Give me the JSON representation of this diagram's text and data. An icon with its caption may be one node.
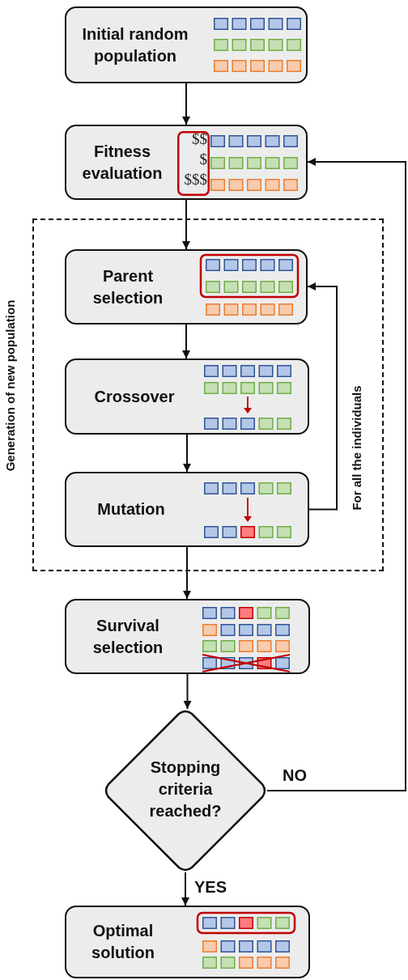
{
  "diagram": {
    "nodes": [
      {
        "text": [
          "Initial random population"
        ]
      },
      {
        "text": [
          "Fitness evaluation"
        ]
      },
      {
        "text": [
          "Generation of new population"
        ]
      },
      {
        "text": [
          "Parent selection"
        ],
        "in": 2
      },
      {
        "text": [
          "Crossover"
        ],
        "in": 2
      },
      {
        "text": [
          "Mutation"
        ],
        "in": 2
      },
      {
        "text": [
          "Survival selection"
        ]
      },
      {
        "text": [
          "Stopping criteria reached?"
        ]
      },
      {
        "text": [
          "Optimal solution"
        ]
      }
    ],
    "edges": [
      {
        "from": 0,
        "to": 1,
        "arrow": "to"
      },
      {
        "from": 1,
        "to": 3,
        "arrow": "to"
      },
      {
        "from": 3,
        "to": 4,
        "arrow": "to"
      },
      {
        "from": 4,
        "to": 5,
        "arrow": "to"
      },
      {
        "from": 5,
        "to": 3,
        "arrow": "to",
        "label": "For all the individuals"
      },
      {
        "from": 5,
        "to": 6,
        "arrow": "to"
      },
      {
        "from": 6,
        "to": 7,
        "arrow": "to"
      },
      {
        "from": 7,
        "to": 8,
        "arrow": "to",
        "label": "YES"
      },
      {
        "from": 7,
        "to": 1,
        "arrow": "to",
        "label": "NO"
      }
    ],
    "labels": [
      "$$",
      "$",
      "$$$"
    ]
  }
}
